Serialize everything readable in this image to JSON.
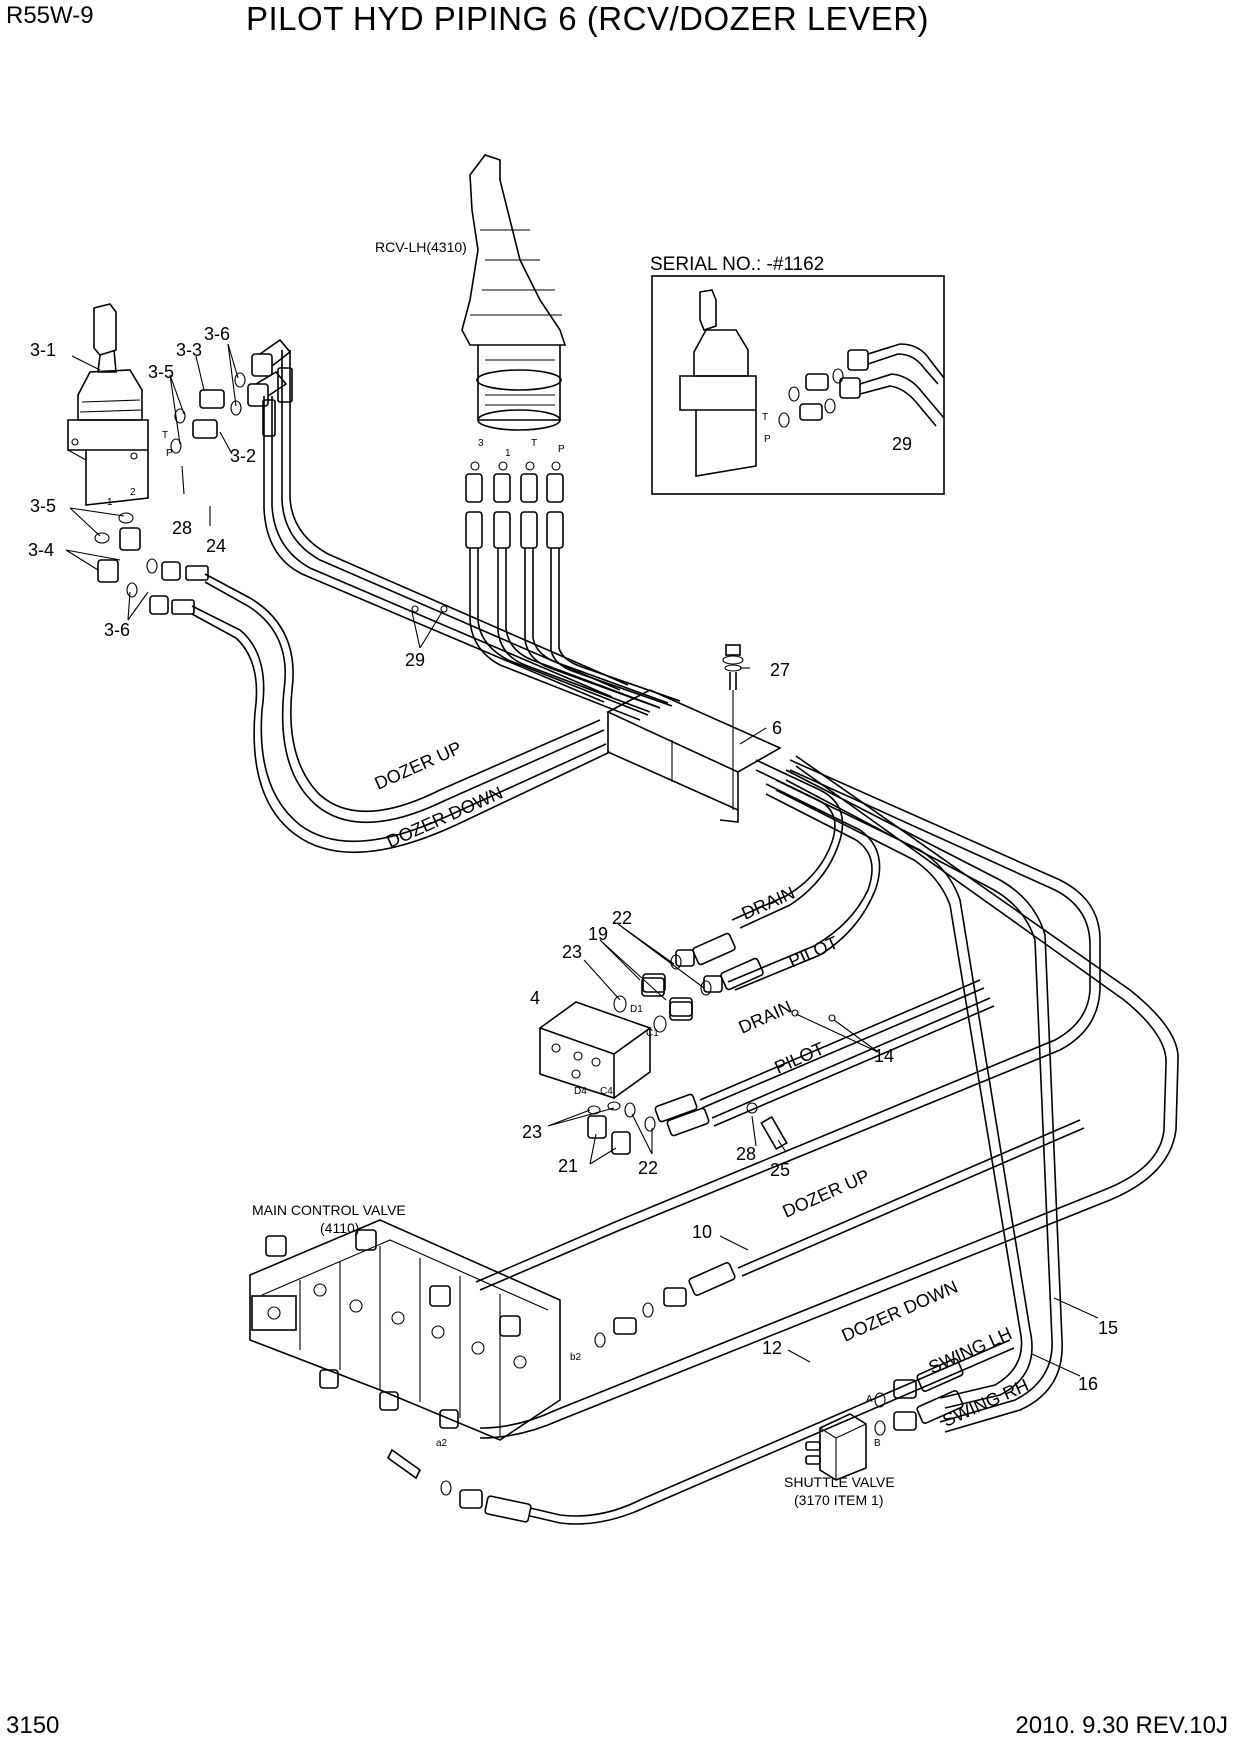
{
  "header": {
    "model": "R55W-9",
    "title": "PILOT HYD PIPING 6 (RCV/DOZER LEVER)"
  },
  "footer": {
    "page_number": "3150",
    "revision": "2010. 9.30  REV.10J"
  },
  "components": {
    "rcv": "RCV-LH(4310)",
    "serial_note": "SERIAL NO.: -#1162",
    "main_control_valve": [
      "MAIN CONTROL VALVE",
      "(4110)"
    ],
    "shuttle_valve": [
      "SHUTTLE VALVE",
      "(3170 ITEM 1)"
    ]
  },
  "hose_labels": {
    "dozer_up_upper": "DOZER UP",
    "dozer_down_upper": "DOZER DOWN",
    "drain_upper": "DRAIN",
    "pilot_upper": "PILOT",
    "drain_lower": "DRAIN",
    "pilot_lower": "PILOT",
    "dozer_up_lower": "DOZER UP",
    "dozer_down_lower": "DOZER DOWN",
    "swing_lh": "SWING LH",
    "swing_rh": "SWING RH"
  },
  "port_labels": {
    "rcv_3": "3",
    "rcv_1": "1",
    "rcv_t": "T",
    "rcv_p": "P",
    "lever_t": "T",
    "lever_p": "P",
    "lever_1": "1",
    "lever_2": "2",
    "serial_t": "T",
    "serial_p": "P",
    "block_d1": "D1",
    "block_c1": "C1",
    "block_d4": "D4",
    "block_c4": "C4",
    "mcv_b2": "b2",
    "mcv_a2": "a2",
    "shuttle_a": "A",
    "shuttle_b": "B"
  },
  "callouts": {
    "c3_1": "3-1",
    "c3_5a": "3-5",
    "c3_3": "3-3",
    "c3_6a": "3-6",
    "c3_2": "3-2",
    "c3_5b": "3-5",
    "c3_4": "3-4",
    "c3_6b": "3-6",
    "c28a": "28",
    "c24": "24",
    "c29a": "29",
    "c29b": "29",
    "c27": "27",
    "c6": "6",
    "c22a": "22",
    "c19": "19",
    "c23a": "23",
    "c4": "4",
    "c14": "14",
    "c23b": "23",
    "c21": "21",
    "c22b": "22",
    "c28b": "28",
    "c25": "25",
    "c10": "10",
    "c12": "12",
    "c15": "15",
    "c16": "16"
  }
}
